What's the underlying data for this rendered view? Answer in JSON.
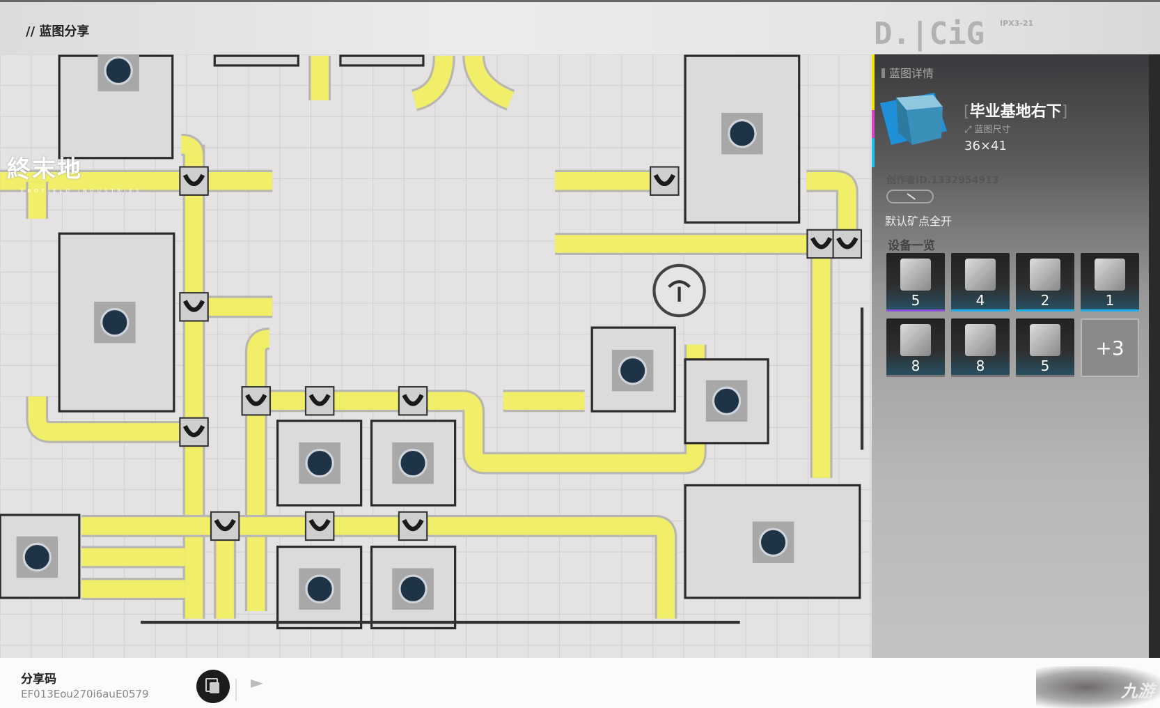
{
  "header": {
    "title": "// 蓝图分享",
    "logo_text": "D.|CiG",
    "logo_code": "IPX3-21"
  },
  "map": {
    "logo_text": "終末地",
    "logo_subtitle": "ENDFIELD INDUSTRIES"
  },
  "panel": {
    "heading": "蓝图详情",
    "blueprint_name": "毕业基地右下",
    "size_label": "蓝图尺寸",
    "size_value": "36×41",
    "creator": "创作者ID.1332954913",
    "ore_setting": "默认矿点全开",
    "equipment_heading": "设备一览",
    "equipment": [
      {
        "count": "5",
        "rarity_color": "#8a4fd8"
      },
      {
        "count": "4",
        "rarity_color": "#1fb0e8"
      },
      {
        "count": "2",
        "rarity_color": "#1fb0e8"
      },
      {
        "count": "1",
        "rarity_color": "#1fb0e8"
      },
      {
        "count": "8",
        "rarity_color": "#777777"
      },
      {
        "count": "8",
        "rarity_color": "#777777"
      },
      {
        "count": "5",
        "rarity_color": "#777777"
      }
    ],
    "more_label": "+3",
    "accent_colors": [
      "#f5e400",
      "#e040c8",
      "#1fc0f0"
    ]
  },
  "footer": {
    "share_label": "分享码",
    "share_code": "EF013Eou270i6auE0579"
  },
  "watermark": {
    "text": "九游"
  }
}
